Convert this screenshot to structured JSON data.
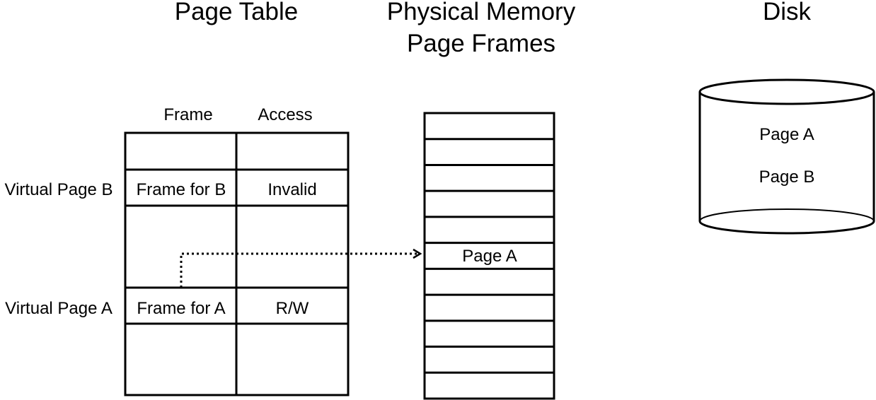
{
  "titles": {
    "page_table": "Page Table",
    "physical_memory_line1": "Physical Memory",
    "physical_memory_line2": "Page Frames",
    "disk": "Disk"
  },
  "page_table": {
    "columns": [
      "Frame",
      "Access"
    ],
    "rows": [
      {
        "label": "Virtual Page B",
        "frame": "Frame for B",
        "access": "Invalid"
      },
      {
        "label": "Virtual Page A",
        "frame": "Frame for A",
        "access": "R/W"
      }
    ]
  },
  "physical_memory": {
    "frame_count": 11,
    "occupied_frame_index": 5,
    "occupied_label": "Page A"
  },
  "disk": {
    "pages": [
      "Page A",
      "Page B"
    ]
  }
}
